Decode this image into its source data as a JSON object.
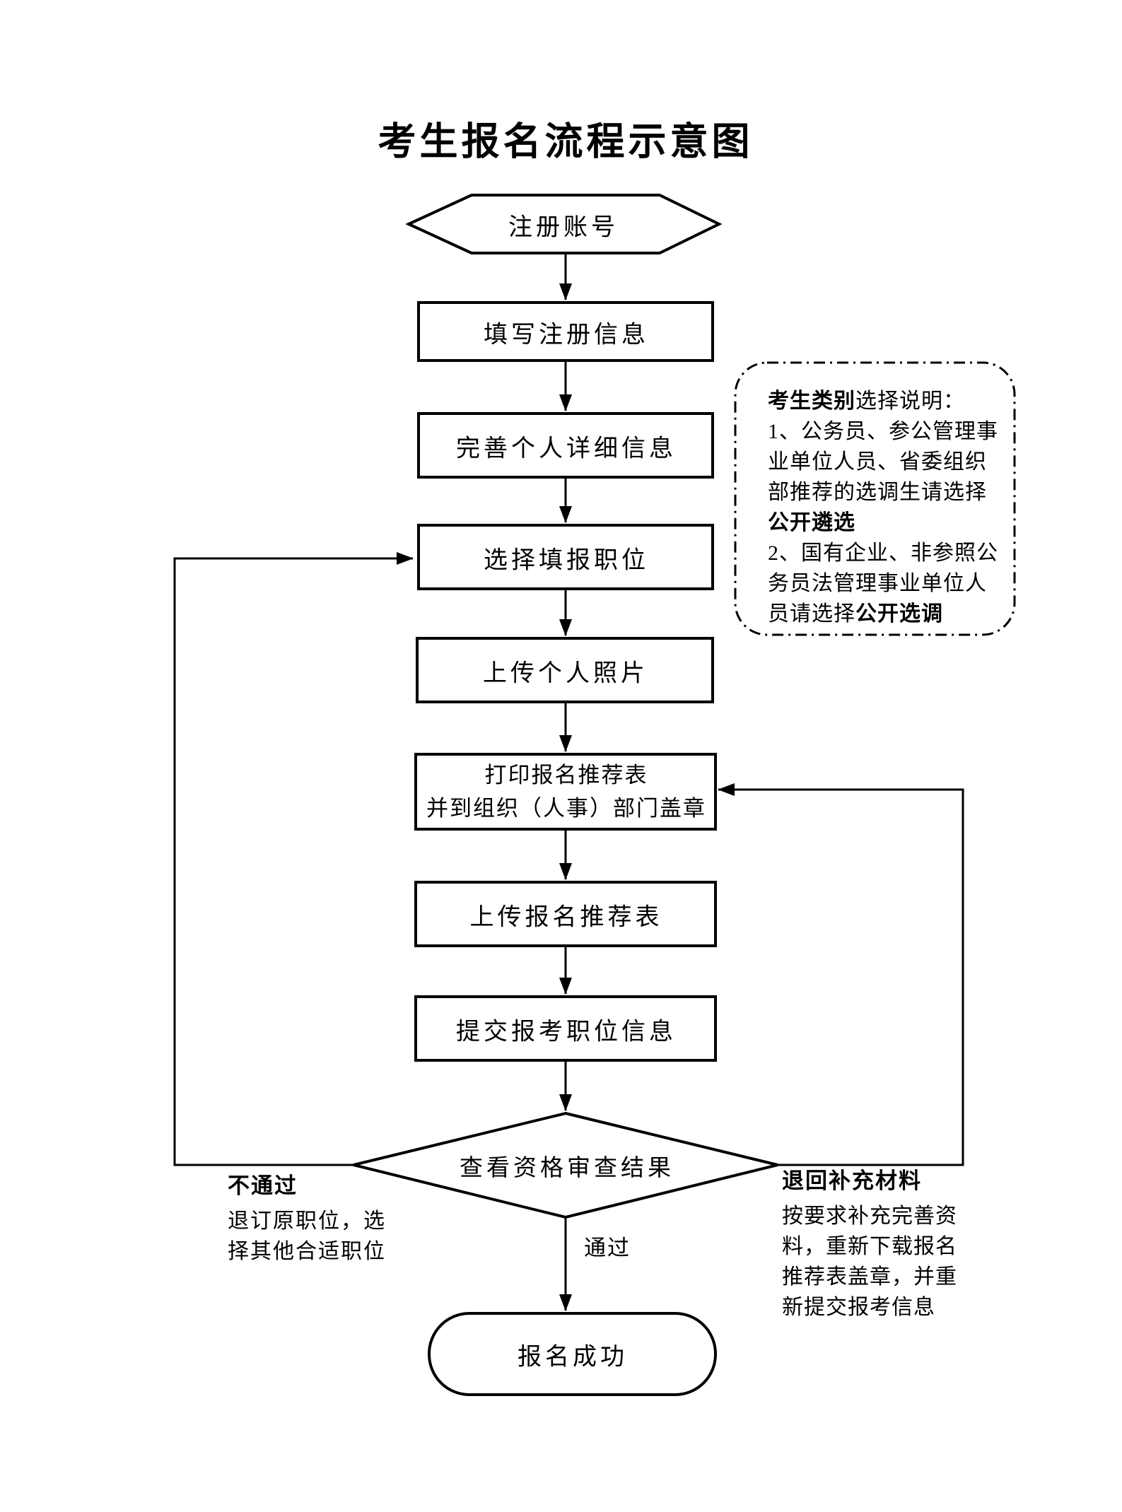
{
  "title": "考生报名流程示意图",
  "colors": {
    "ink": "#000000",
    "background": "#ffffff"
  },
  "nodes": {
    "start": "注册账号",
    "fill_registration": "填写注册信息",
    "complete_profile": "完善个人详细信息",
    "select_position": "选择填报职位",
    "upload_photo": "上传个人照片",
    "print_form_line1": "打印报名推荐表",
    "print_form_line2": "并到组织（人事）部门盖章",
    "upload_form": "上传报名推荐表",
    "submit_info": "提交报考职位信息",
    "decision": "查看资格审查结果",
    "end": "报名成功"
  },
  "branches": {
    "pass": "通过",
    "fail_title": "不通过",
    "fail_desc": "退订原职位，选择其他合适职位",
    "return_title": "退回补充材料",
    "return_desc": "按要求补充完善资料，重新下载报名推荐表盖章，并重新提交报考信息"
  },
  "note": {
    "heading_bold": "考生类别",
    "heading_rest": "选择说明：",
    "item1_text": "1、公务员、参公管理事业单位人员、省委组织部推荐的选调生请选择",
    "item1_bold": "公开遴选",
    "item2_text": "2、国有企业、非参照公务员法管理事业单位人员请选择",
    "item2_bold": "公开选调"
  }
}
